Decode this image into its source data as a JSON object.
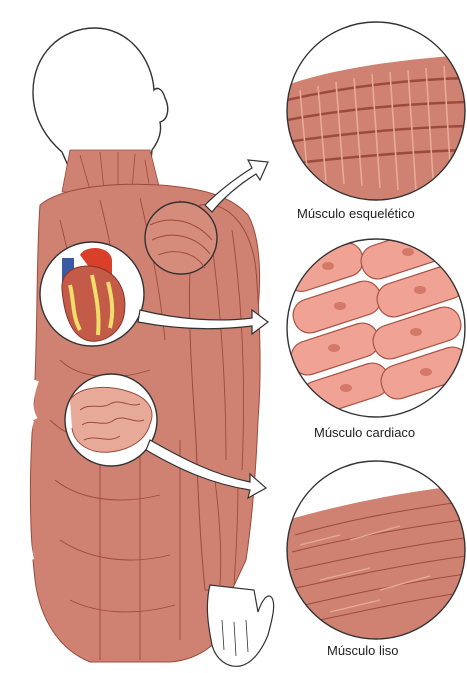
{
  "labels": {
    "skeletal": "Músculo esquelético",
    "cardiac": "Músculo cardiaco",
    "smooth": "Músculo liso"
  },
  "colors": {
    "muscle": "#cf8272",
    "muscle_dark": "#9c4a3c",
    "muscle_light": "#e7aa98",
    "cardiac_cell": "#f0a394",
    "cardiac_nucleus": "#d47867",
    "heart_red": "#d8402a",
    "heart_blue": "#3a5aa6",
    "heart_yellow": "#f0de6a",
    "outline": "#333333"
  }
}
